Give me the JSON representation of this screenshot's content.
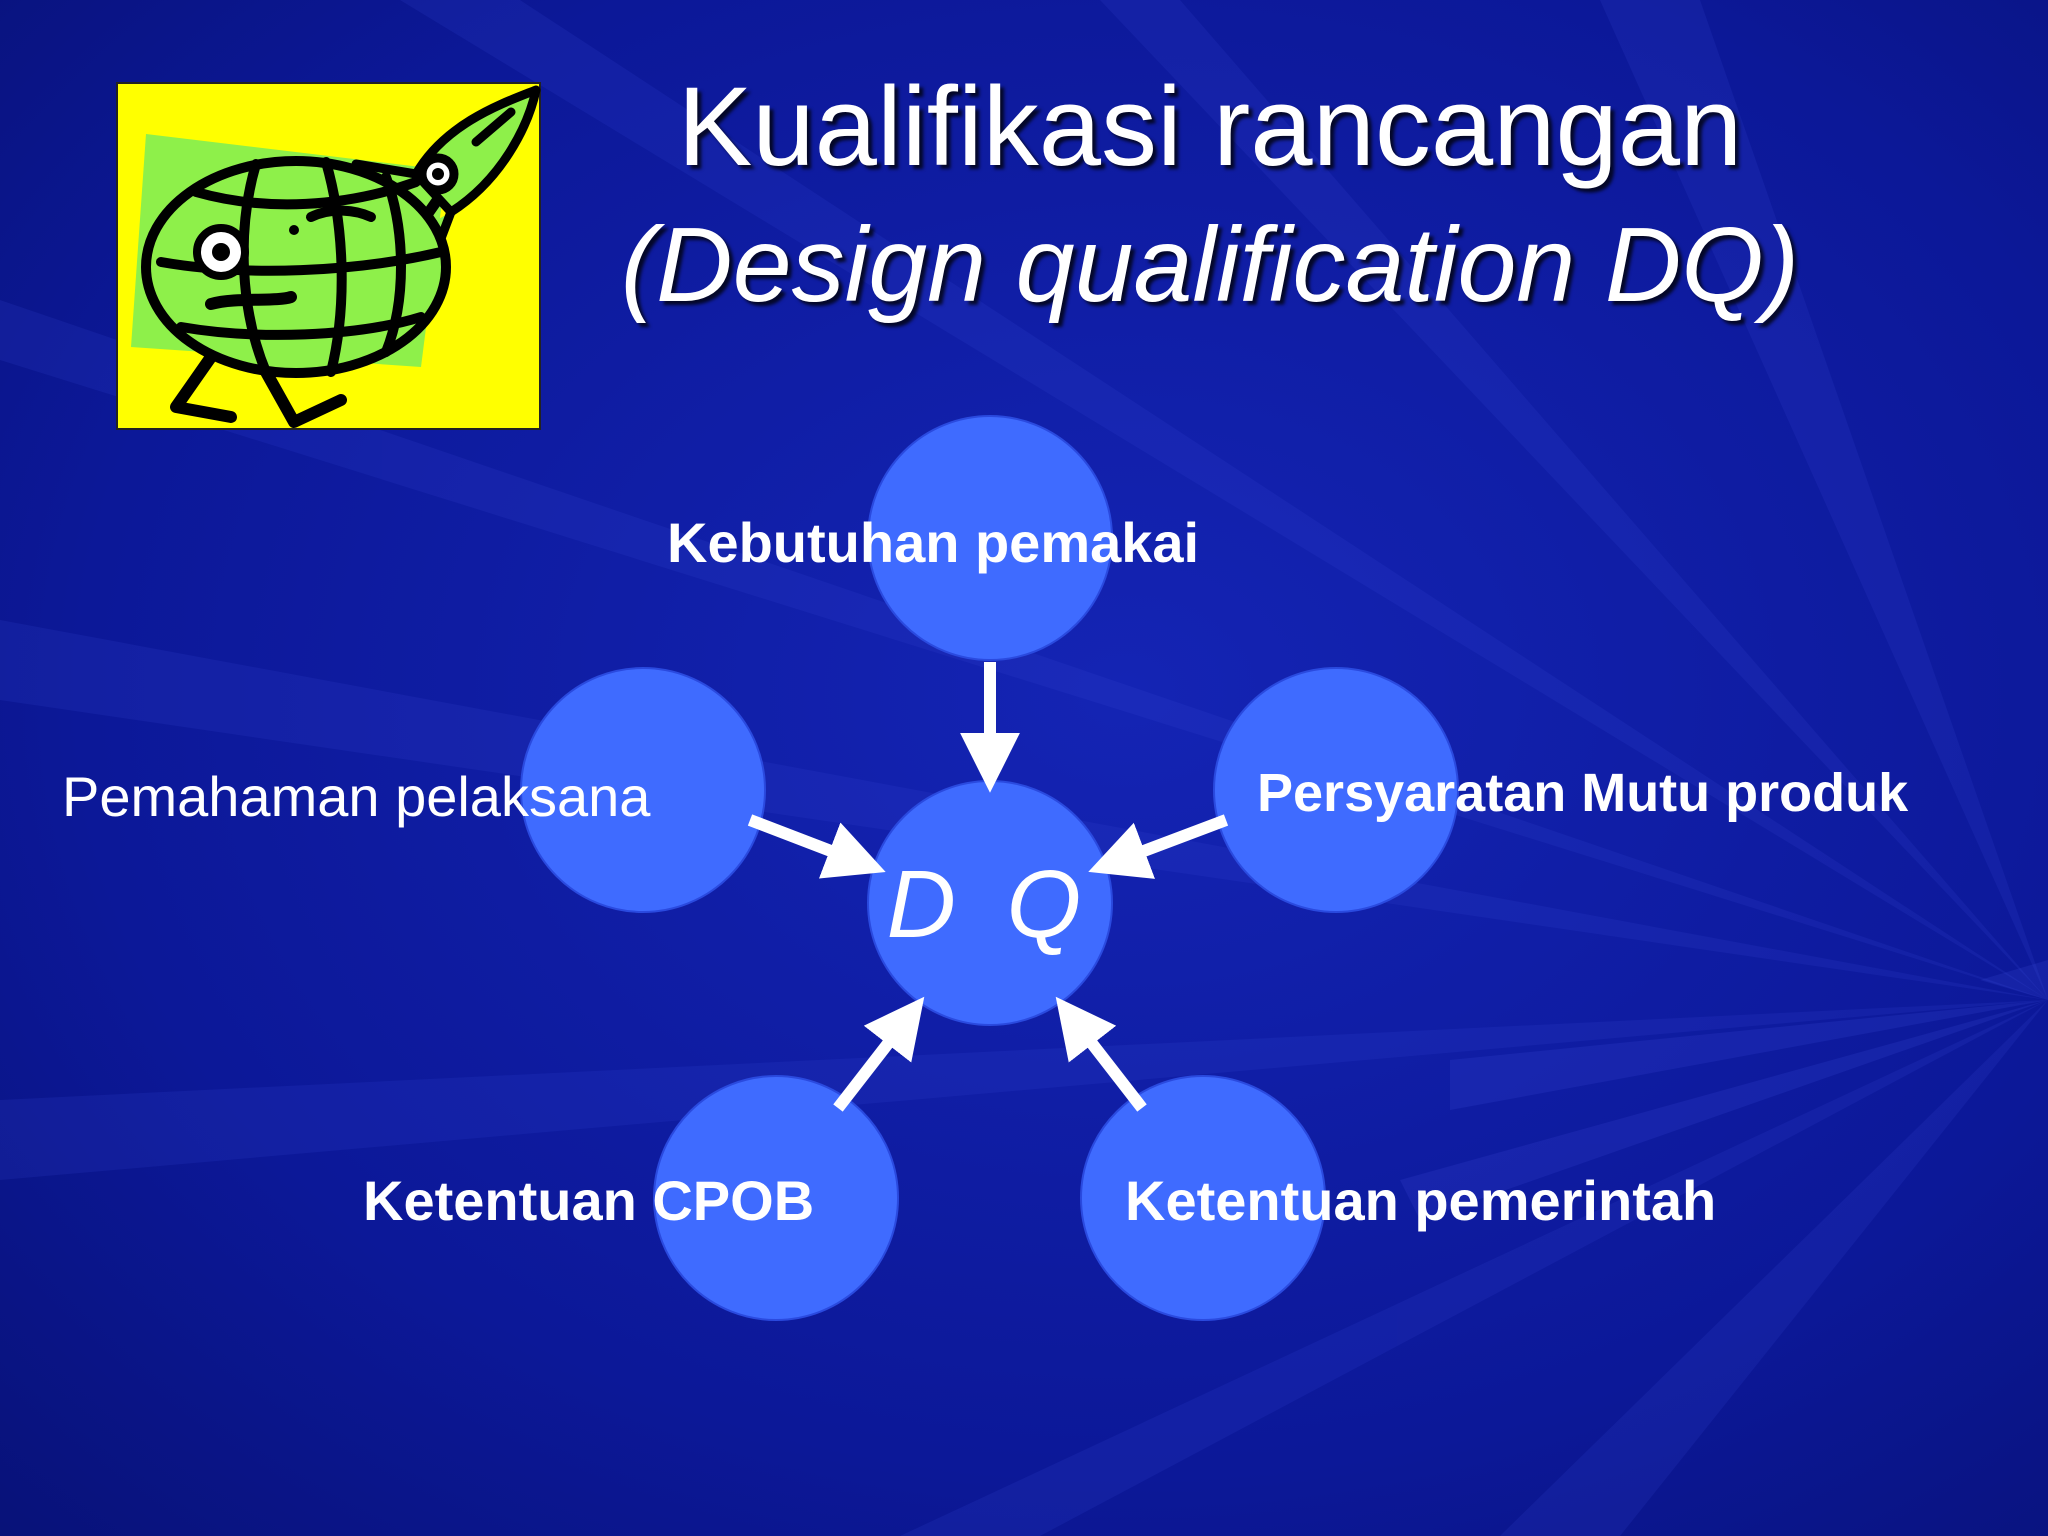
{
  "title": {
    "main": "Kualifikasi rancangan",
    "sub": "(Design qualification DQ)"
  },
  "logo": {
    "icon": "globe-rocket-clipart-icon"
  },
  "diagram": {
    "center_label": "D Q",
    "nodes": [
      {
        "label": "Kebutuhan pemakai"
      },
      {
        "label": "Pemahaman pelaksana"
      },
      {
        "label": "Persyaratan Mutu produk"
      },
      {
        "label": "Ketentuan CPOB"
      },
      {
        "label": "Ketentuan pemerintah"
      }
    ]
  },
  "colors": {
    "background": "#0a1490",
    "circle_fill": "#3f6bff",
    "text": "#ffffff",
    "logo_bg": "#ffff00",
    "logo_green": "#8ef04a"
  }
}
